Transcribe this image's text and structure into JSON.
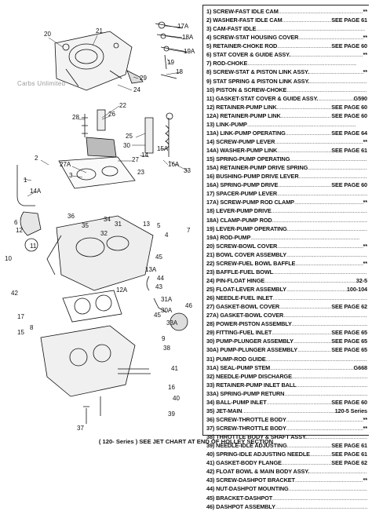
{
  "watermark": "Carbs Unlimited",
  "footer": "( 120- Series ) SEE JET CHART AT END OF HOLLEY SECTION",
  "parts": [
    {
      "name": "1) SCREW-FAST IDLE CAM",
      "ref": "**"
    },
    {
      "name": "2) WASHER-FAST IDLE CAM",
      "ref": "SEE PAGE 61"
    },
    {
      "name": "3) CAM-FAST IDLE",
      "ref": ""
    },
    {
      "name": "4) SCREW-STAT HOUSING COVER",
      "ref": "**"
    },
    {
      "name": "5) RETAINER-CHOKE ROD",
      "ref": "SEE PAGE 60"
    },
    {
      "name": "6) STAT COVER & GUIDE ASSY.",
      "ref": "**"
    },
    {
      "name": "7) ROD-CHOKE",
      "ref": ""
    },
    {
      "name": "8) SCREW-STAT & PISTON LINK ASSY.",
      "ref": "**"
    },
    {
      "name": "9) STAT SPRING & PISTON LINK ASSY.",
      "ref": ""
    },
    {
      "name": "10) PISTON & SCREW-CHOKE",
      "ref": ""
    },
    {
      "name": "11) GASKET-STAT COVER & GUIDE ASSY.",
      "ref": "G590"
    },
    {
      "name": "12) RETAINER-PUMP LINK",
      "ref": "SEE PAGE 60"
    },
    {
      "name": "12A) RETAINER-PUMP LINK",
      "ref": "SEE PAGE 60"
    },
    {
      "name": "13) LINK-PUMP",
      "ref": ""
    },
    {
      "name": "13A) LINK-PUMP OPERATING",
      "ref": "SEE PAGE 64"
    },
    {
      "name": "14) SCREW-PUMP LEVER",
      "ref": "**"
    },
    {
      "name": "14A) WASHER-PUMP LINK",
      "ref": "SEE PAGE 61"
    },
    {
      "name": "15) SPRING-PUMP OPERATING",
      "ref": ""
    },
    {
      "name": "15A) RETAINER-PUMP DRIVE SPRING",
      "ref": ""
    },
    {
      "name": "16) BUSHING-PUMP DRIVE LEVER",
      "ref": ""
    },
    {
      "name": "16A) SPRING-PUMP DRIVE",
      "ref": "SEE PAGE 60"
    },
    {
      "name": "17) SPACER-PUMP LEVER",
      "ref": ""
    },
    {
      "name": "17A) SCREW-PUMP ROD CLAMP",
      "ref": "**"
    },
    {
      "name": "18) LEVER-PUMP DRIVE",
      "ref": ""
    },
    {
      "name": "18A) CLAMP-PUMP ROD",
      "ref": ""
    },
    {
      "name": "19) LEVER-PUMP OPERATING",
      "ref": ""
    },
    {
      "name": "19A) ROD-PUMP",
      "ref": ""
    },
    {
      "name": "20) SCREW-BOWL COVER",
      "ref": "**"
    },
    {
      "name": "21) BOWL COVER ASSEMBLY",
      "ref": ""
    },
    {
      "name": "22) SCREW-FUEL BOWL BAFFLE",
      "ref": "**"
    },
    {
      "name": "23) BAFFLE-FUEL BOWL",
      "ref": ""
    },
    {
      "name": "24) PIN-FLOAT HINGE",
      "ref": "32-5"
    },
    {
      "name": "25) FLOAT-LEVER ASSEMBLY",
      "ref": "100-104"
    },
    {
      "name": "26) NEEDLE-FUEL INLET",
      "ref": ""
    },
    {
      "name": "27) GASKET-BOWL COVER",
      "ref": "SEE PAGE 62"
    },
    {
      "name": "27A) GASKET-BOWL COVER",
      "ref": ""
    },
    {
      "name": "28) POWER-PISTON ASSEMBLY",
      "ref": ""
    },
    {
      "name": "29) FITTING-FUEL INLET",
      "ref": "SEE PAGE 65"
    },
    {
      "name": "30) PUMP-PLUNGER ASSEMBLY",
      "ref": "SEE PAGE 65"
    },
    {
      "name": "30A) PUMP-PLUNGER ASSEMBLY",
      "ref": "SEE PAGE 65"
    },
    {
      "name": "31) PUMP-ROD GUIDE",
      "ref": ""
    },
    {
      "name": "31A) SEAL-PUMP STEM",
      "ref": "G668"
    },
    {
      "name": "32) NEEDLE-PUMP DISCHARGE",
      "ref": ""
    },
    {
      "name": "33) RETAINER-PUMP INLET BALL",
      "ref": ""
    },
    {
      "name": "33A) SPRING-PUMP RETURN",
      "ref": ""
    },
    {
      "name": "34) BALL-PUMP INLET",
      "ref": "SEE PAGE 60"
    },
    {
      "name": "35) JET-MAIN",
      "ref": "120-5 Series"
    },
    {
      "name": "36) SCREW-THROTTLE BODY",
      "ref": "**"
    },
    {
      "name": "37) SCREW-THROTTLE BODY",
      "ref": "**"
    },
    {
      "name": "38) THROTTLE BODY & SHAFT ASSY.",
      "ref": ""
    },
    {
      "name": "39) NEEDLE-IDLE ADJUSTING",
      "ref": "SEE PAGE 61"
    },
    {
      "name": "40) SPRING-IDLE ADJUSTING NEEDLE",
      "ref": "SEE PAGE 61"
    },
    {
      "name": "41) GASKET-BODY FLANGE",
      "ref": "SEE PAGE 62"
    },
    {
      "name": "42) FLOAT BOWL & MAIN BODY ASSY.",
      "ref": ""
    },
    {
      "name": "43) SCREW-DASHPOT BRACKET",
      "ref": "**"
    },
    {
      "name": "44) NUT-DASHPOT MOUNTING",
      "ref": ""
    },
    {
      "name": "45) BRACKET-DASHPOT",
      "ref": ""
    },
    {
      "name": "46) DASHPOT ASSEMBLY",
      "ref": ""
    }
  ],
  "callouts": [
    "21",
    "20",
    "17A",
    "18A",
    "19A",
    "19",
    "18",
    "29",
    "24",
    "22",
    "28",
    "26",
    "25",
    "30",
    "15A",
    "16A",
    "33",
    "14",
    "27",
    "27A",
    "3",
    "2",
    "1",
    "14A",
    "36",
    "35",
    "34",
    "32",
    "31",
    "13",
    "5",
    "4",
    "7",
    "6",
    "12",
    "10",
    "11",
    "12A",
    "42",
    "13A",
    "17",
    "31A",
    "15",
    "8",
    "9",
    "41",
    "16",
    "40",
    "39",
    "38",
    "37",
    "44",
    "43",
    "45",
    "46",
    "45",
    "33A",
    "30A",
    "23"
  ],
  "icons": {
    "leader_color": "#111111"
  }
}
